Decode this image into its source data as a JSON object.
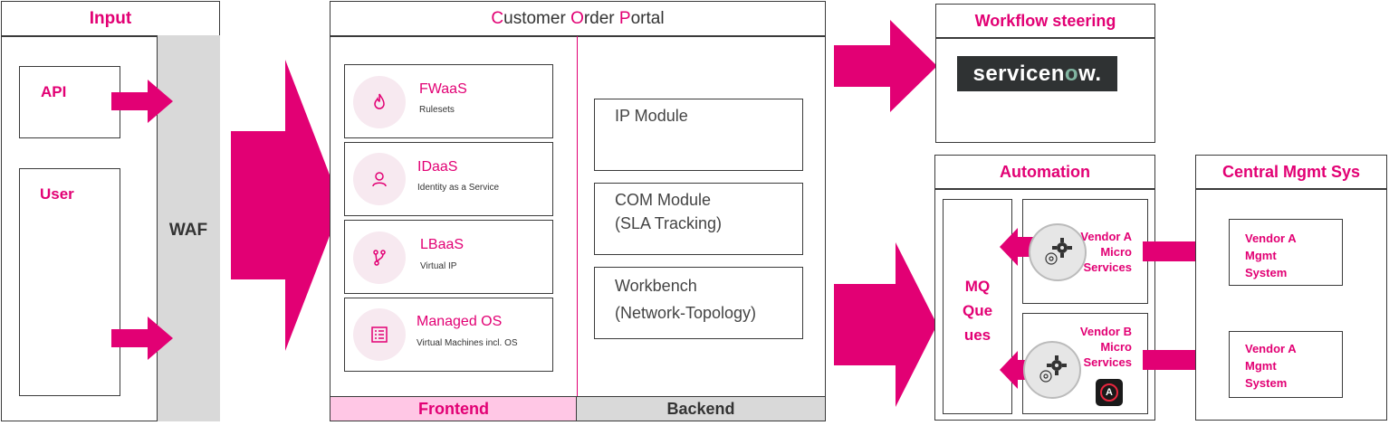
{
  "input": {
    "title": "Input",
    "api_label": "API",
    "user_label": "User",
    "waf_label": "WAF"
  },
  "portal": {
    "title_parts": [
      "C",
      "ustomer ",
      "O",
      "rder ",
      "P",
      "ortal"
    ],
    "services": [
      {
        "name": "FWaaS",
        "sub": "Rulesets",
        "icon": "flame-icon"
      },
      {
        "name": "IDaaS",
        "sub": "Identity as a Service",
        "icon": "user-icon"
      },
      {
        "name": "LBaaS",
        "sub": "Virtual IP",
        "icon": "branch-icon"
      },
      {
        "name": "Managed OS",
        "sub": "Virtual Machines incl. OS",
        "icon": "server-list-icon"
      }
    ],
    "backend_modules": [
      {
        "line1": "IP Module",
        "line2": ""
      },
      {
        "line1": "COM Module",
        "line2": "(SLA Tracking)"
      },
      {
        "line1": "Workbench",
        "line2": "(Network-Topology)"
      }
    ],
    "frontend_label": "Frontend",
    "backend_label": "Backend"
  },
  "workflow": {
    "title": "Workflow steering",
    "logo_text_a": "servicen",
    "logo_text_b": "w",
    "logo_o": "o",
    "logo_dot": "."
  },
  "automation": {
    "title": "Automation",
    "mq_label_lines": [
      "MQ",
      "Que",
      "ues"
    ],
    "vendor_a_lines": [
      "Vendor A",
      "Micro",
      "Services"
    ],
    "vendor_b_lines": [
      "Vendor B",
      "Micro",
      "Services"
    ],
    "ansible_letter": "A"
  },
  "central": {
    "title": "Central Mgmt Sys",
    "systems": [
      {
        "lines": [
          "Vendor A",
          "Mgmt",
          "System"
        ]
      },
      {
        "lines": [
          "Vendor A",
          "Mgmt",
          "System"
        ]
      }
    ]
  },
  "colors": {
    "accent": "#e20074",
    "frontend_bg": "#ffc7e5",
    "backend_bg": "#d9d9d9",
    "waf_bg": "#d9d9d9",
    "servicenow_bg": "#2f3233",
    "servicenow_o": "#81b5a1"
  }
}
